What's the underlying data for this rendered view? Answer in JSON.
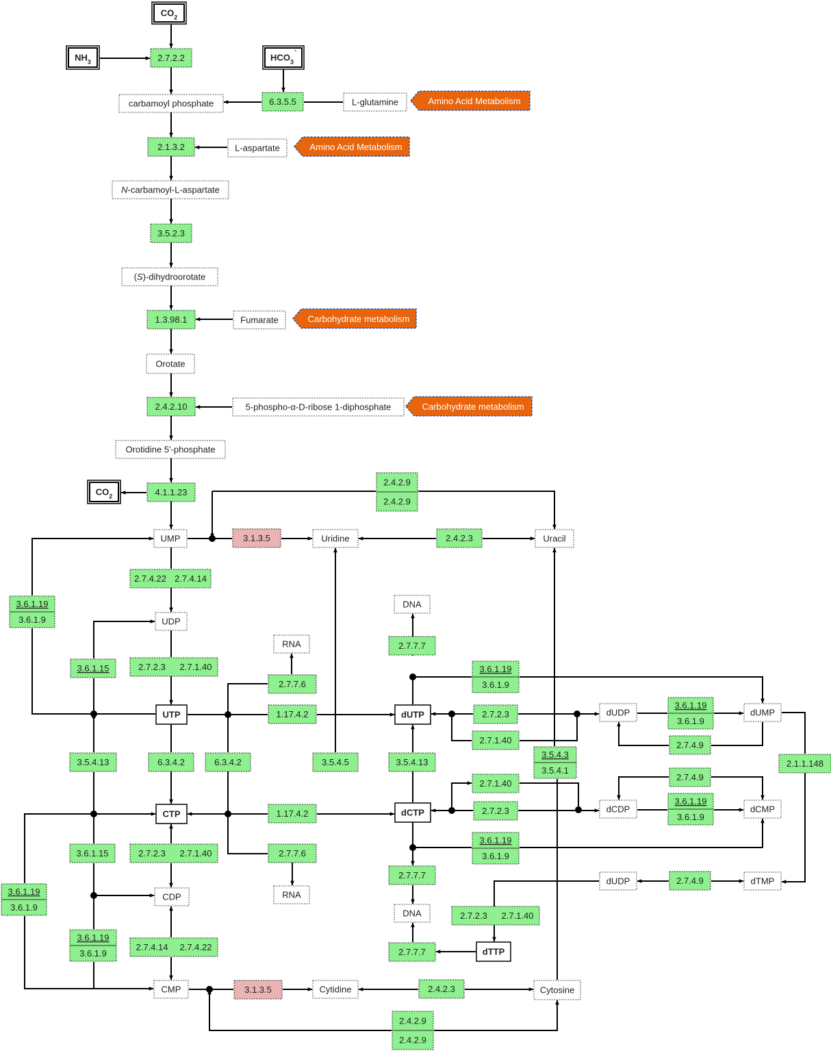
{
  "colors": {
    "enzyme": "#8ef08e",
    "enzyme_missing": "#eab4b4",
    "compound": "#ffffff",
    "pathway_link": "#e8650e",
    "line": "#000000"
  },
  "compounds": {
    "co2_top": {
      "text": "CO",
      "sub": "2"
    },
    "nh3": {
      "text": "NH",
      "sub": "3"
    },
    "hco3": {
      "text": "HCO",
      "sub": "3",
      "sup": "-"
    },
    "co2_left": {
      "text": "CO",
      "sub": "2"
    },
    "carbamoyl_phosphate": {
      "text": "carbamoyl phosphate"
    },
    "l_glutamine": {
      "text": "L-glutamine"
    },
    "l_aspartate": {
      "text": "L-aspartate"
    },
    "n_carbamoyl_aspartate": {
      "italic": "N",
      "text": "-carbamoyl-L-aspartate"
    },
    "dihydroorotate": {
      "pre": "(",
      "italic": "S",
      "text": ")-dihydroorotate"
    },
    "fumarate": {
      "text": "Fumarate"
    },
    "orotate": {
      "text": "Orotate"
    },
    "prpp": {
      "text": "5-phospho-α-D-ribose  1-diphosphate"
    },
    "omp": {
      "text": "Orotidine 5'-phosphate"
    },
    "ump": {
      "text": "UMP"
    },
    "uridine": {
      "text": "Uridine"
    },
    "uracil": {
      "text": "Uracil"
    },
    "udp": {
      "text": "UDP"
    },
    "utp": {
      "text": "UTP"
    },
    "ctp": {
      "text": "CTP"
    },
    "cdp": {
      "text": "CDP"
    },
    "cmp": {
      "text": "CMP"
    },
    "cytidine": {
      "text": "Cytidine"
    },
    "cytosine": {
      "text": "Cytosine"
    },
    "rna_top": {
      "text": "RNA"
    },
    "rna_bottom": {
      "text": "RNA"
    },
    "dna_top": {
      "text": "DNA"
    },
    "dna_bottom": {
      "text": "DNA"
    },
    "dutp": {
      "text": "dUTP"
    },
    "dctp": {
      "text": "dCTP"
    },
    "dttp": {
      "text": "dTTP"
    },
    "dudp_top": {
      "text": "dUDP"
    },
    "dump": {
      "text": "dUMP"
    },
    "dcdp": {
      "text": "dCDP"
    },
    "dcmp": {
      "text": "dCMP"
    },
    "dudp_bottom": {
      "text": "dUDP"
    },
    "dtmp": {
      "text": "dTMP"
    }
  },
  "pathway_links": {
    "amino_acid_1": "Amino Acid Metabolism",
    "amino_acid_2": "Amino Acid Metabolism",
    "carbohydrate_1": "Carbohydrate metabolism",
    "carbohydrate_2": "Carbohydrate metabolism"
  },
  "enzymes": {
    "e_2_7_2_2": [
      "2.7.2.2"
    ],
    "e_6_3_5_5": [
      "6.3.5.5"
    ],
    "e_2_1_3_2": [
      "2.1.3.2"
    ],
    "e_3_5_2_3": [
      "3.5.2.3"
    ],
    "e_1_3_98_1": [
      "1.3.98.1"
    ],
    "e_2_4_2_10": [
      "2.4.2.10"
    ],
    "e_4_1_1_23": [
      "4.1.1.23"
    ],
    "e_2_4_2_9_top": [
      "2.4.2.9",
      "2.4.2.9"
    ],
    "e_3_1_3_5_top": [
      "3.1.3.5"
    ],
    "e_2_4_2_3_top": [
      "2.4.2.3"
    ],
    "e_ump_udp": [
      "2.7.4.22",
      "2.7.4.14"
    ],
    "e_3_6_1_19_left": [
      "3.6.1.19",
      "3.6.1.9"
    ],
    "e_3_6_1_15_top": [
      "3.6.1.15"
    ],
    "e_udp_utp": [
      "2.7.2.3",
      "2.7.1.40"
    ],
    "e_2_7_7_6_top": [
      "2.7.7.6"
    ],
    "e_1_17_4_2_top": [
      "1.17.4.2"
    ],
    "e_2_7_7_7_top": [
      "2.7.7.7"
    ],
    "e_3_6_1_19_dutp": [
      "3.6.1.19",
      "3.6.1.9"
    ],
    "e_2_7_2_3_dudp": [
      "2.7.2.3"
    ],
    "e_2_7_1_40_dudp": [
      "2.7.1.40"
    ],
    "e_3_6_1_19_dudp": [
      "3.6.1.19",
      "3.6.1.9"
    ],
    "e_2_7_4_9_dump": [
      "2.7.4.9"
    ],
    "e_3_5_4_13_left": [
      "3.5.4.13"
    ],
    "e_6_3_4_2_a": [
      "6.3.4.2"
    ],
    "e_6_3_4_2_b": [
      "6.3.4.2"
    ],
    "e_3_5_4_5": [
      "3.5.4.5"
    ],
    "e_3_5_4_13_d": [
      "3.5.4.13"
    ],
    "e_3_5_4_3": [
      "3.5.4.3",
      "3.5.4.1"
    ],
    "e_2_1_1_148": [
      "2.1.1.148"
    ],
    "e_2_7_1_40_dcdp": [
      "2.7.1.40"
    ],
    "e_2_7_2_3_dcdp": [
      "2.7.2.3"
    ],
    "e_2_7_4_9_dcmp": [
      "2.7.4.9"
    ],
    "e_3_6_1_19_dcdp": [
      "3.6.1.19",
      "3.6.1.9"
    ],
    "e_1_17_4_2_bottom": [
      "1.17.4.2"
    ],
    "e_3_6_1_15_bottom": [
      "3.6.1.15"
    ],
    "e_ctp_cdp": [
      "2.7.2.3",
      "2.7.1.40"
    ],
    "e_2_7_7_6_bottom": [
      "2.7.7.6"
    ],
    "e_3_6_1_19_dctp": [
      "3.6.1.19",
      "3.6.1.9"
    ],
    "e_2_7_7_7_mid": [
      "2.7.7.7"
    ],
    "e_3_6_1_19_far_left": [
      "3.6.1.19",
      "3.6.1.9"
    ],
    "e_3_6_1_19_cdp": [
      "3.6.1.19",
      "3.6.1.9"
    ],
    "e_cdp_cmp": [
      "2.7.4.14",
      "2.7.4.22"
    ],
    "e_2_7_4_9_dtmp": [
      "2.7.4.9"
    ],
    "e_dttp": [
      "2.7.2.3",
      "2.7.1.40"
    ],
    "e_2_7_7_7_bottom": [
      "2.7.7.7"
    ],
    "e_3_1_3_5_bottom": [
      "3.1.3.5"
    ],
    "e_2_4_2_3_bottom": [
      "2.4.2.3"
    ],
    "e_2_4_2_9_bottom": [
      "2.4.2.9",
      "2.4.2.9"
    ]
  }
}
